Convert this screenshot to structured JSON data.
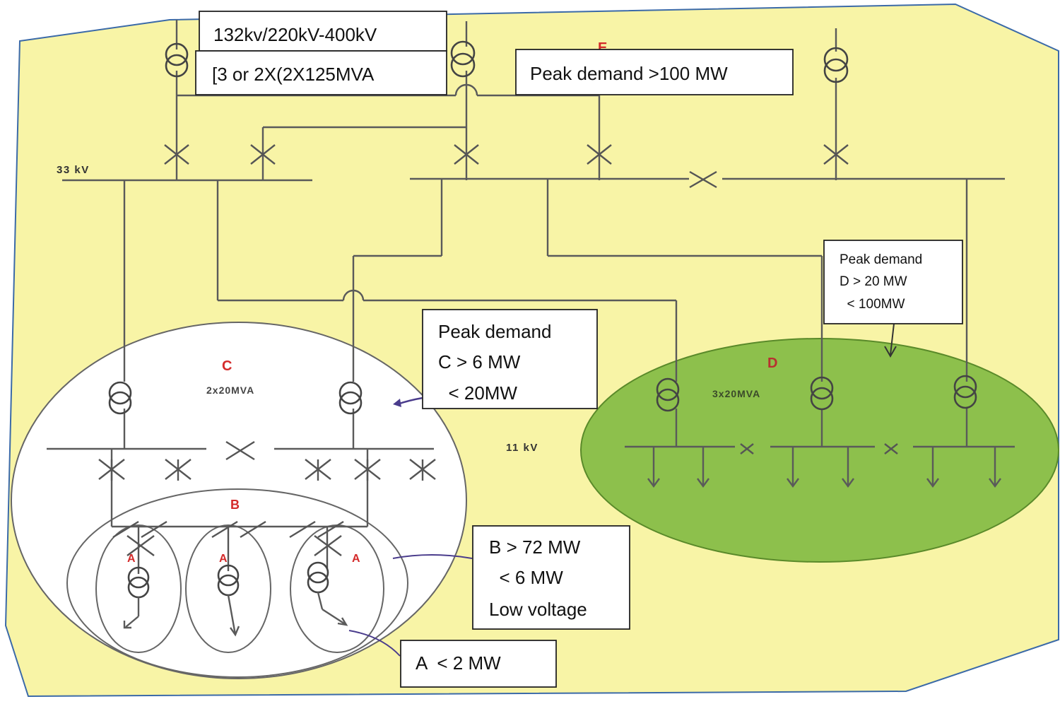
{
  "labels": {
    "transformer_rating": "132kv/220kV-400kV",
    "transformer_count": "[3 or 2X(2X125MVA",
    "zone_e_letter": "E",
    "zone_e_demand": "Peak demand >100 MW",
    "bus_33kv": "33 kV",
    "bus_11kv": "11 kV",
    "zone_c_letter": "C",
    "zone_c_capacity": "2x20MVA",
    "zone_c_demand": [
      "Peak demand",
      "C > 6 MW",
      "  < 20MW"
    ],
    "zone_d_letter": "D",
    "zone_d_capacity": "3x20MVA",
    "zone_d_demand": [
      "Peak demand",
      "D > 20 MW",
      "  < 100MW"
    ],
    "zone_b_letter": "B",
    "zone_b_demand": [
      "B > 72 MW",
      "  < 6 MW",
      "Low voltage"
    ],
    "zone_a_letter": "A",
    "zone_a_demand": "A  < 2 MW"
  },
  "colors": {
    "background": "#f8f4a6",
    "zone_c": "#ffffff",
    "zone_d": "#8dc04c",
    "line": "#5a5a5a",
    "letter": "#d42a2a"
  }
}
